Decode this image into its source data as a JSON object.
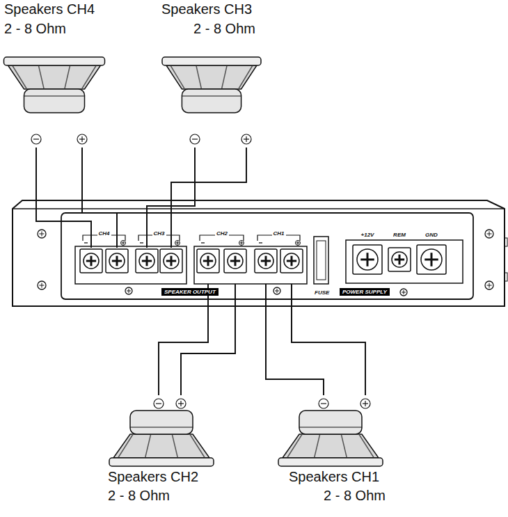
{
  "diagram": {
    "nodes": [
      {
        "text": [
          "Speakers CH4",
          "2 - 8 Ohm"
        ]
      },
      {
        "text": [
          "Speakers CH3",
          "2 - 8 Ohm"
        ]
      },
      {
        "text": [
          "SPEAKER OUTPUT",
          "FUSE",
          "POWER SUPPLY"
        ]
      },
      {
        "text": [
          "CH4"
        ],
        "in": 2
      },
      {
        "text": [
          "CH3"
        ],
        "in": 2
      },
      {
        "text": [
          "CH2"
        ],
        "in": 2
      },
      {
        "text": [
          "CH1"
        ],
        "in": 2
      },
      {
        "text": [
          "Speakers CH2",
          "2 - 8 Ohm"
        ]
      },
      {
        "text": [
          "Speakers CH1",
          "2 - 8 Ohm"
        ]
      }
    ],
    "edges": [
      {
        "from": 0,
        "to": 3,
        "arrow": "none"
      },
      {
        "from": 0,
        "to": 3,
        "arrow": "none"
      },
      {
        "from": 1,
        "to": 4,
        "arrow": "none"
      },
      {
        "from": 1,
        "to": 4,
        "arrow": "none"
      },
      {
        "from": 7,
        "to": 5,
        "arrow": "none"
      },
      {
        "from": 7,
        "to": 5,
        "arrow": "none"
      },
      {
        "from": 8,
        "to": 6,
        "arrow": "none"
      },
      {
        "from": 8,
        "to": 6,
        "arrow": "none"
      }
    ],
    "labels": [
      "+12V",
      "REM",
      "GND"
    ]
  }
}
